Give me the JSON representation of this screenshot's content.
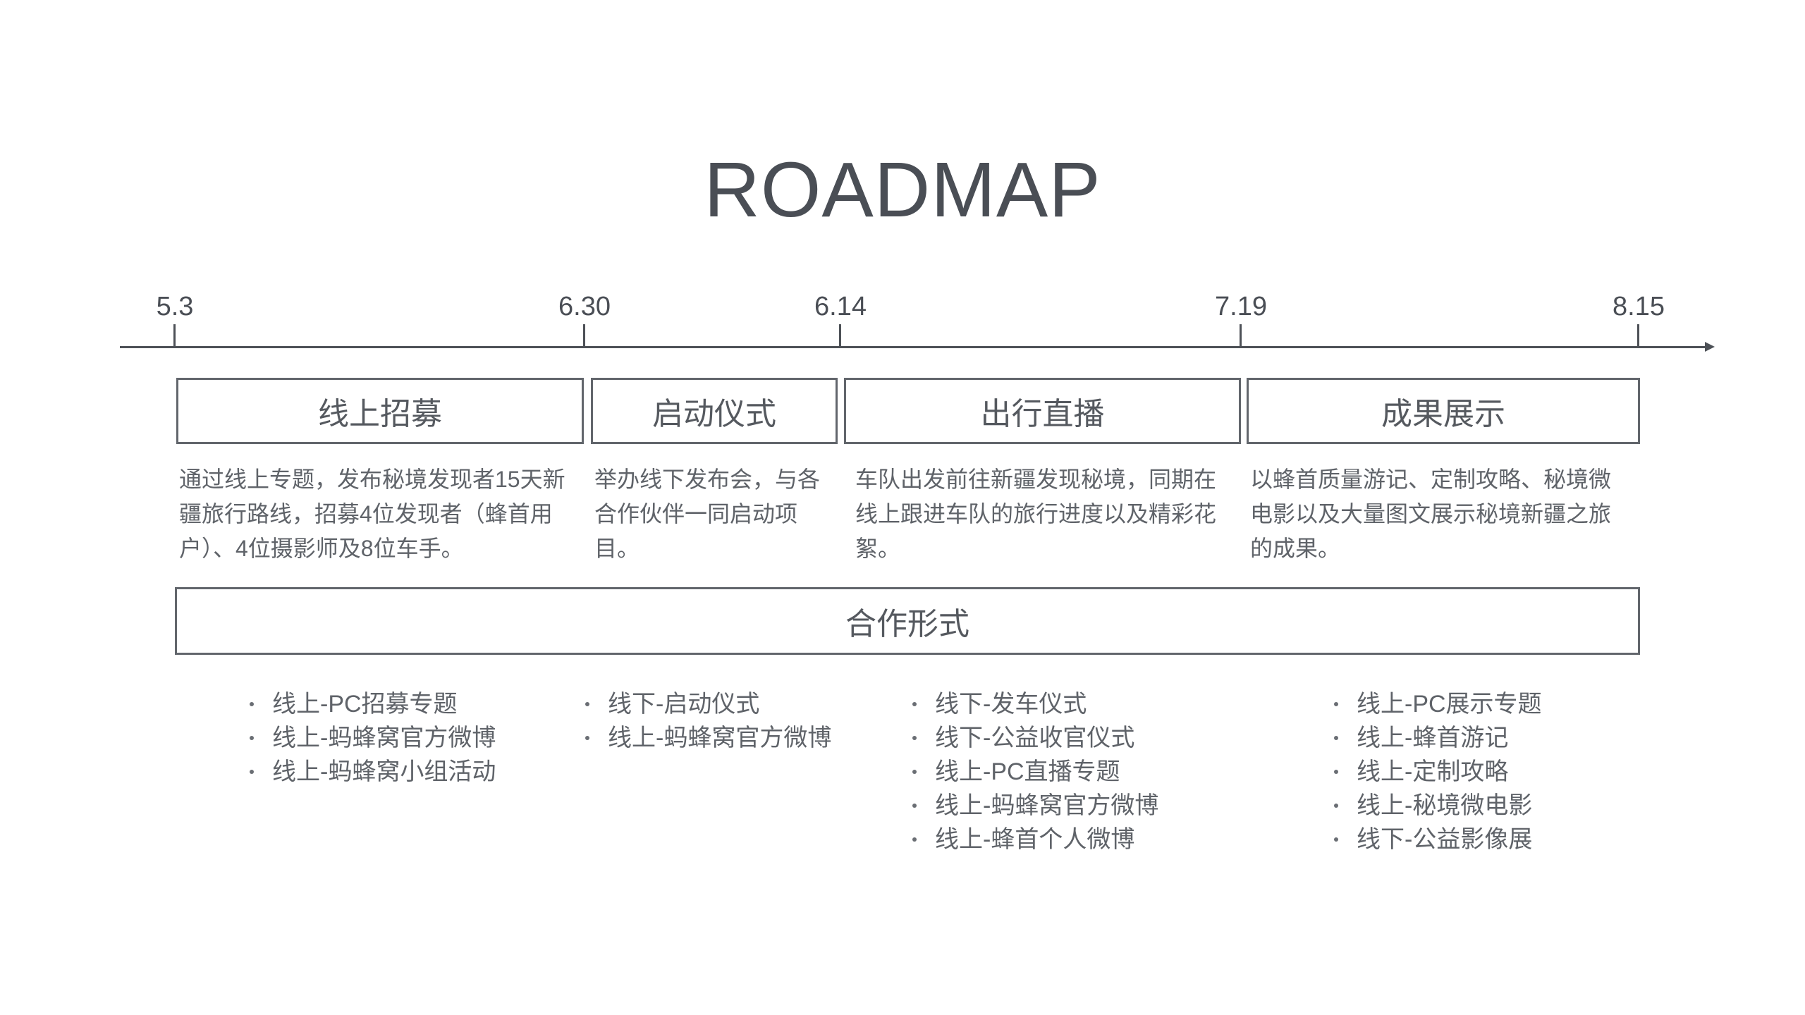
{
  "title": "ROADMAP",
  "timeline": {
    "ticks": [
      "5.3",
      "6.30",
      "6.14",
      "7.19",
      "8.15"
    ]
  },
  "phases": [
    {
      "label": "线上招募",
      "description": "通过线上专题，发布秘境发现者15天新疆旅行路线，招募4位发现者（蜂首用户）、4位摄影师及8位车手。"
    },
    {
      "label": "启动仪式",
      "description": "举办线下发布会，与各合作伙伴一同启动项目。"
    },
    {
      "label": "出行直播",
      "description": "车队出发前往新疆发现秘境，同期在线上跟进车队的旅行进度以及精彩花絮。"
    },
    {
      "label": "成果展示",
      "description": "以蜂首质量游记、定制攻略、秘境微电影以及大量图文展示秘境新疆之旅的成果。"
    }
  ],
  "cooperation": {
    "label": "合作形式",
    "lists": [
      [
        "线上-PC招募专题",
        "线上-蚂蜂窝官方微博",
        "线上-蚂蜂窝小组活动"
      ],
      [
        "线下-启动仪式",
        "线上-蚂蜂窝官方微博"
      ],
      [
        "线下-发车仪式",
        "线下-公益收官仪式",
        "线上-PC直播专题",
        "线上-蚂蜂窝官方微博",
        "线上-蜂首个人微博"
      ],
      [
        "线上-PC展示专题",
        "线上-蜂首游记",
        "线上-定制攻略",
        "线上-秘境微电影",
        "线下-公益影像展"
      ]
    ]
  },
  "colors": {
    "text": "#4d5157",
    "border": "#62666c",
    "background": "#ffffff"
  }
}
